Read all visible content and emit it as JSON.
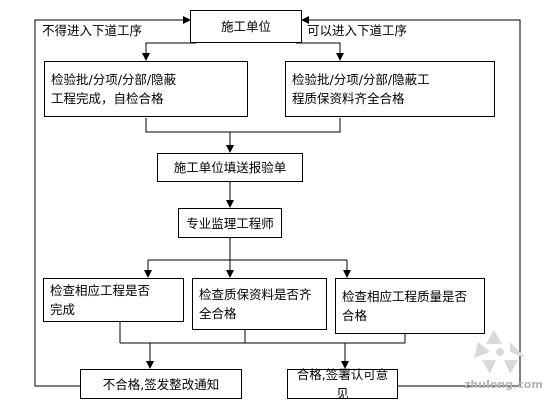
{
  "nodes": {
    "construction_unit": "施工单位",
    "inspection_batch_self_check": "检验批/分项/分部/隐蔽\n工程完成，自检合格",
    "inspection_batch_quality_docs": "检验批/分项/分部/隐蔽工\n程质保资料齐全合格",
    "fill_report_form": "施工单位填送报验单",
    "professional_supervisor": "专业监理工程师",
    "check_works_complete": "检查相应工程是否\n完成",
    "check_quality_docs": "检查质保资料是否齐\n全合格",
    "check_works_quality": "检查相应工程质量是否\n合格",
    "fail_notice": "不合格,签发整改通知",
    "pass_opinion": "合格,签署认可意见"
  },
  "edge_labels": {
    "cannot_proceed": "不得进入下道工序",
    "can_proceed": "可以进入下道工序"
  },
  "watermark": {
    "text": "zhulong.com"
  }
}
